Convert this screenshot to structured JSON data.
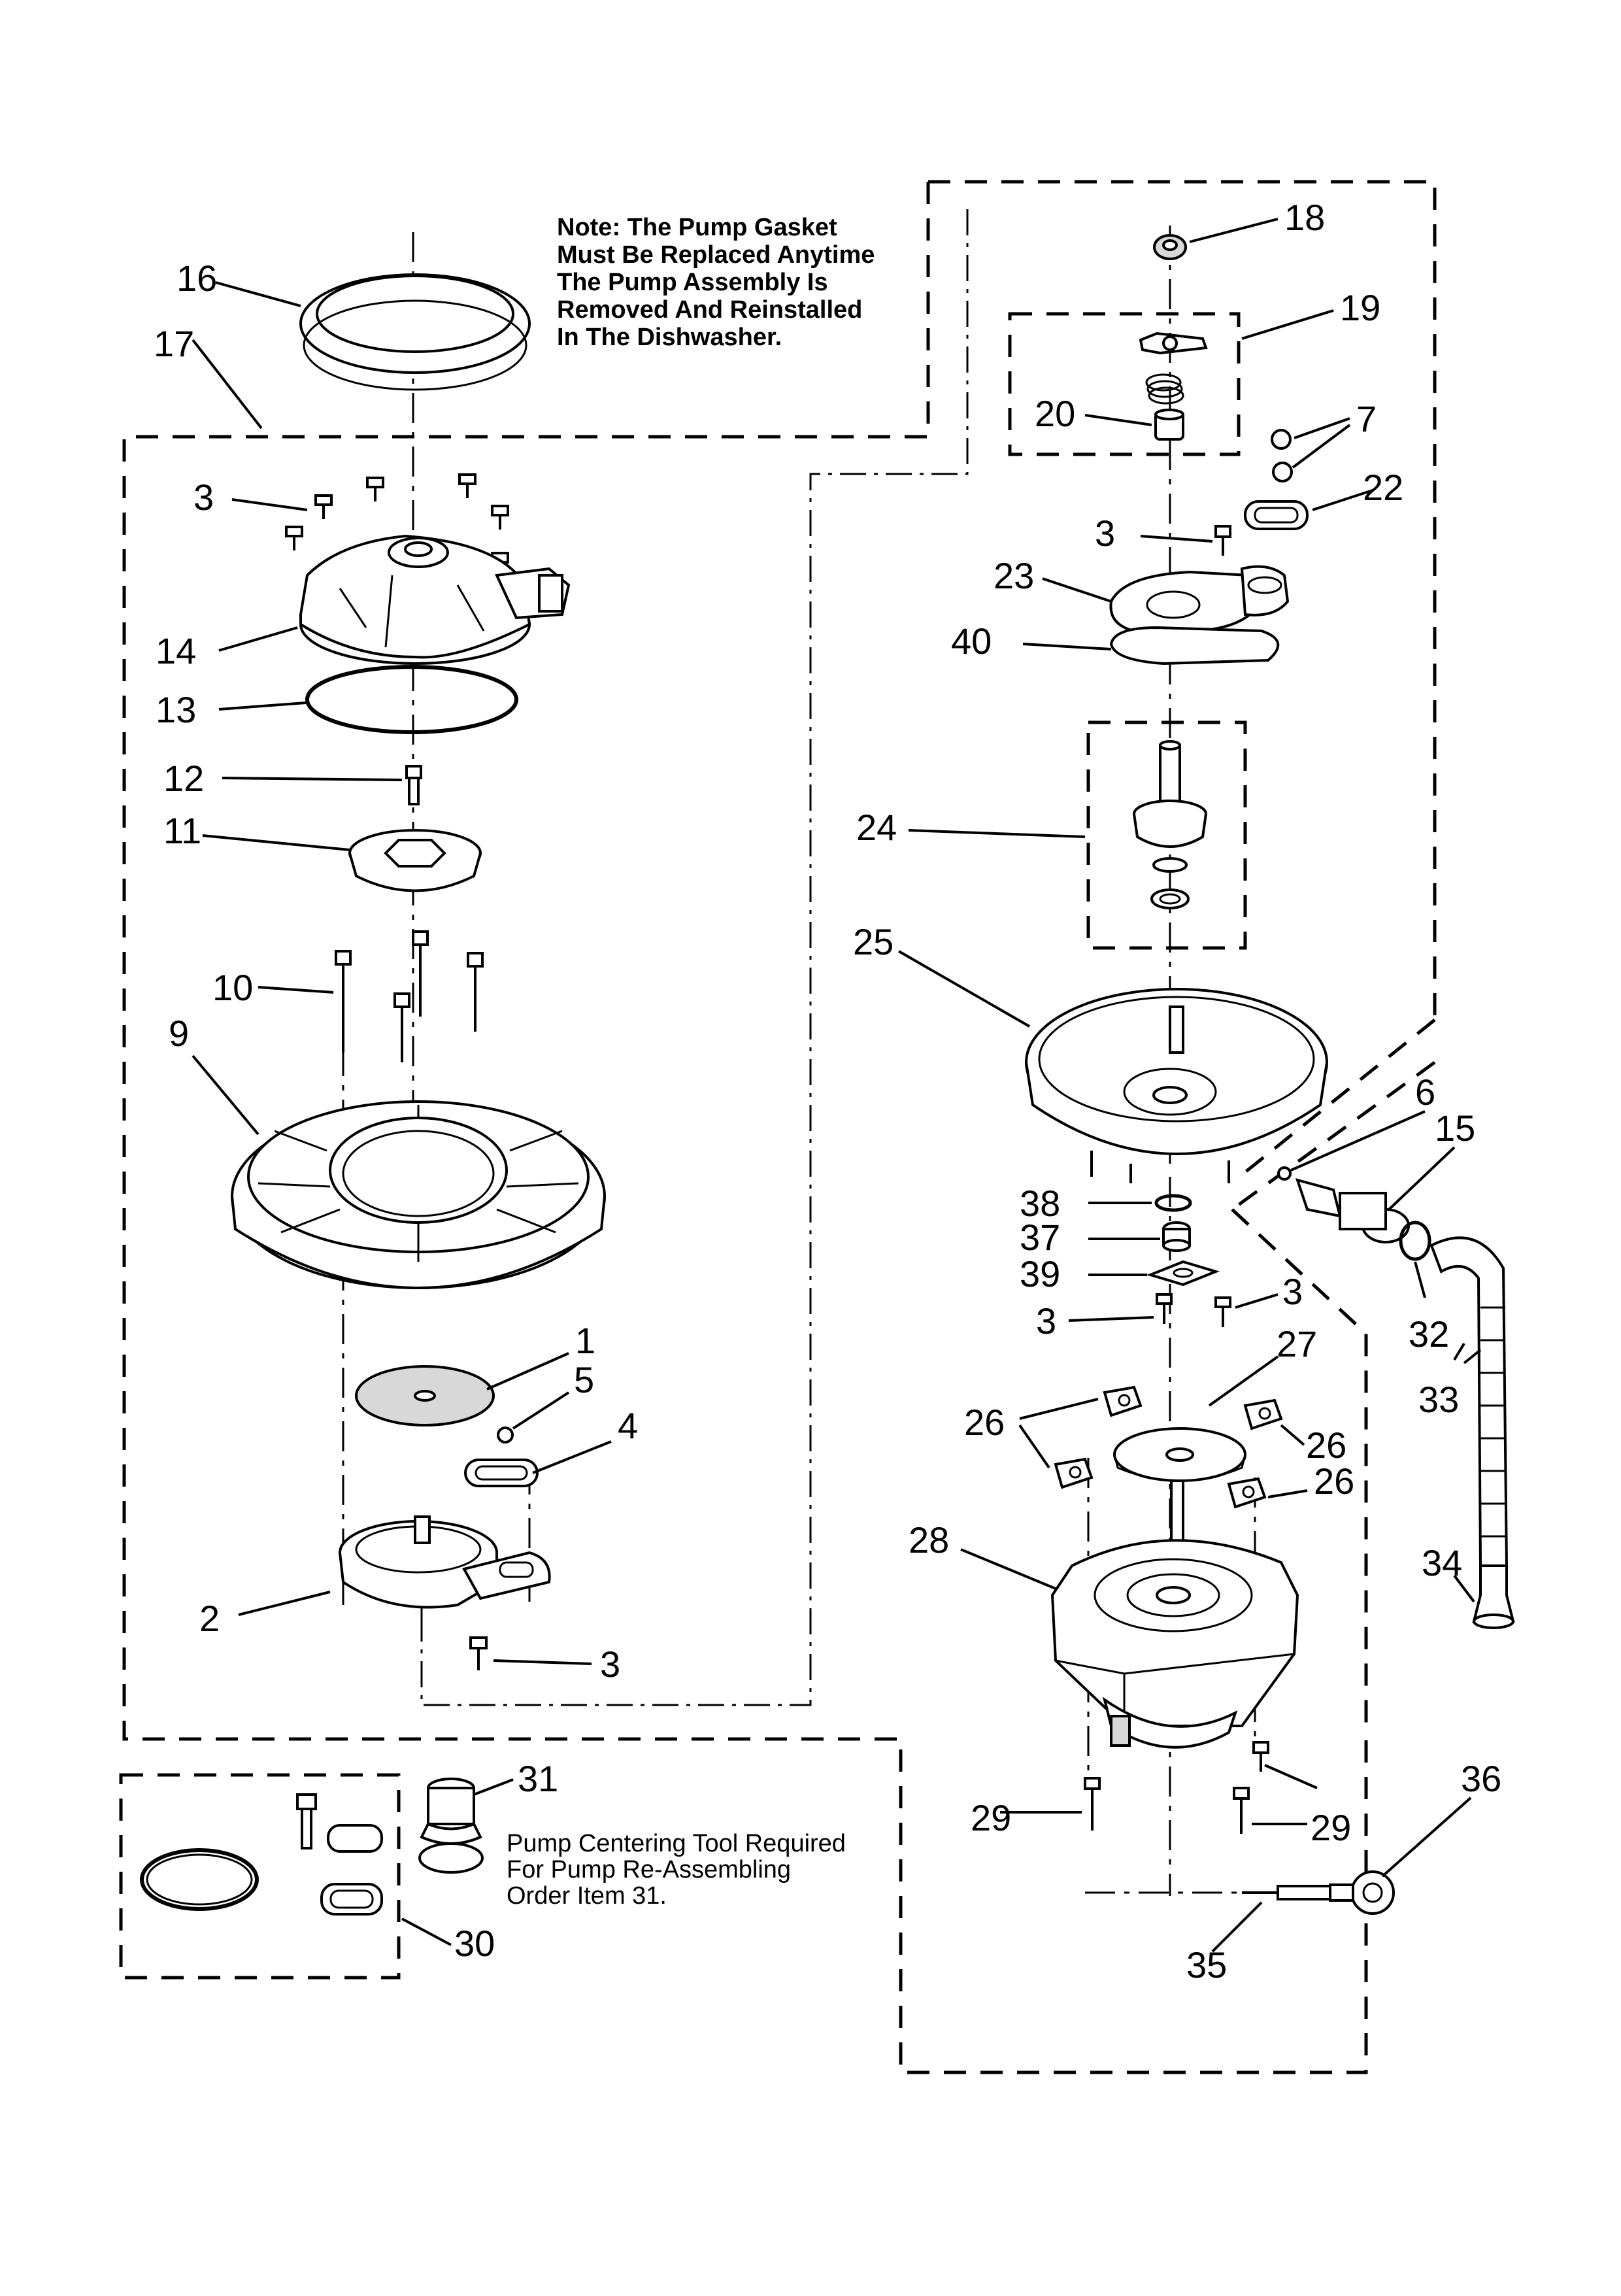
{
  "notes": {
    "gasket": [
      "Note: The Pump Gasket",
      "Must Be Replaced Anytime",
      "The Pump Assembly Is",
      "Removed And Reinstalled",
      "In The Dishwasher."
    ],
    "tool": [
      "Pump Centering Tool Required",
      "For Pump Re-Assembling",
      "Order Item 31."
    ]
  },
  "callouts": {
    "c16": "16",
    "c17": "17",
    "c3a": "3",
    "c14": "14",
    "c13": "13",
    "c12": "12",
    "c11": "11",
    "c10": "10",
    "c9": "9",
    "c1": "1",
    "c5": "5",
    "c4": "4",
    "c2": "2",
    "c3b": "3",
    "c31": "31",
    "c30": "30",
    "c18": "18",
    "c19": "19",
    "c20": "20",
    "c7": "7",
    "c22": "22",
    "c3c": "3",
    "c23": "23",
    "c40": "40",
    "c24": "24",
    "c25": "25",
    "c6": "6",
    "c15": "15",
    "c38": "38",
    "c37": "37",
    "c39": "39",
    "c3d": "3",
    "c3e": "3",
    "c32": "32",
    "c33": "33",
    "c27": "27",
    "c26a": "26",
    "c26b": "26",
    "c26c": "26",
    "c28": "28",
    "c34": "34",
    "c29a": "29",
    "c29b": "29",
    "c36": "36",
    "c35": "35"
  }
}
